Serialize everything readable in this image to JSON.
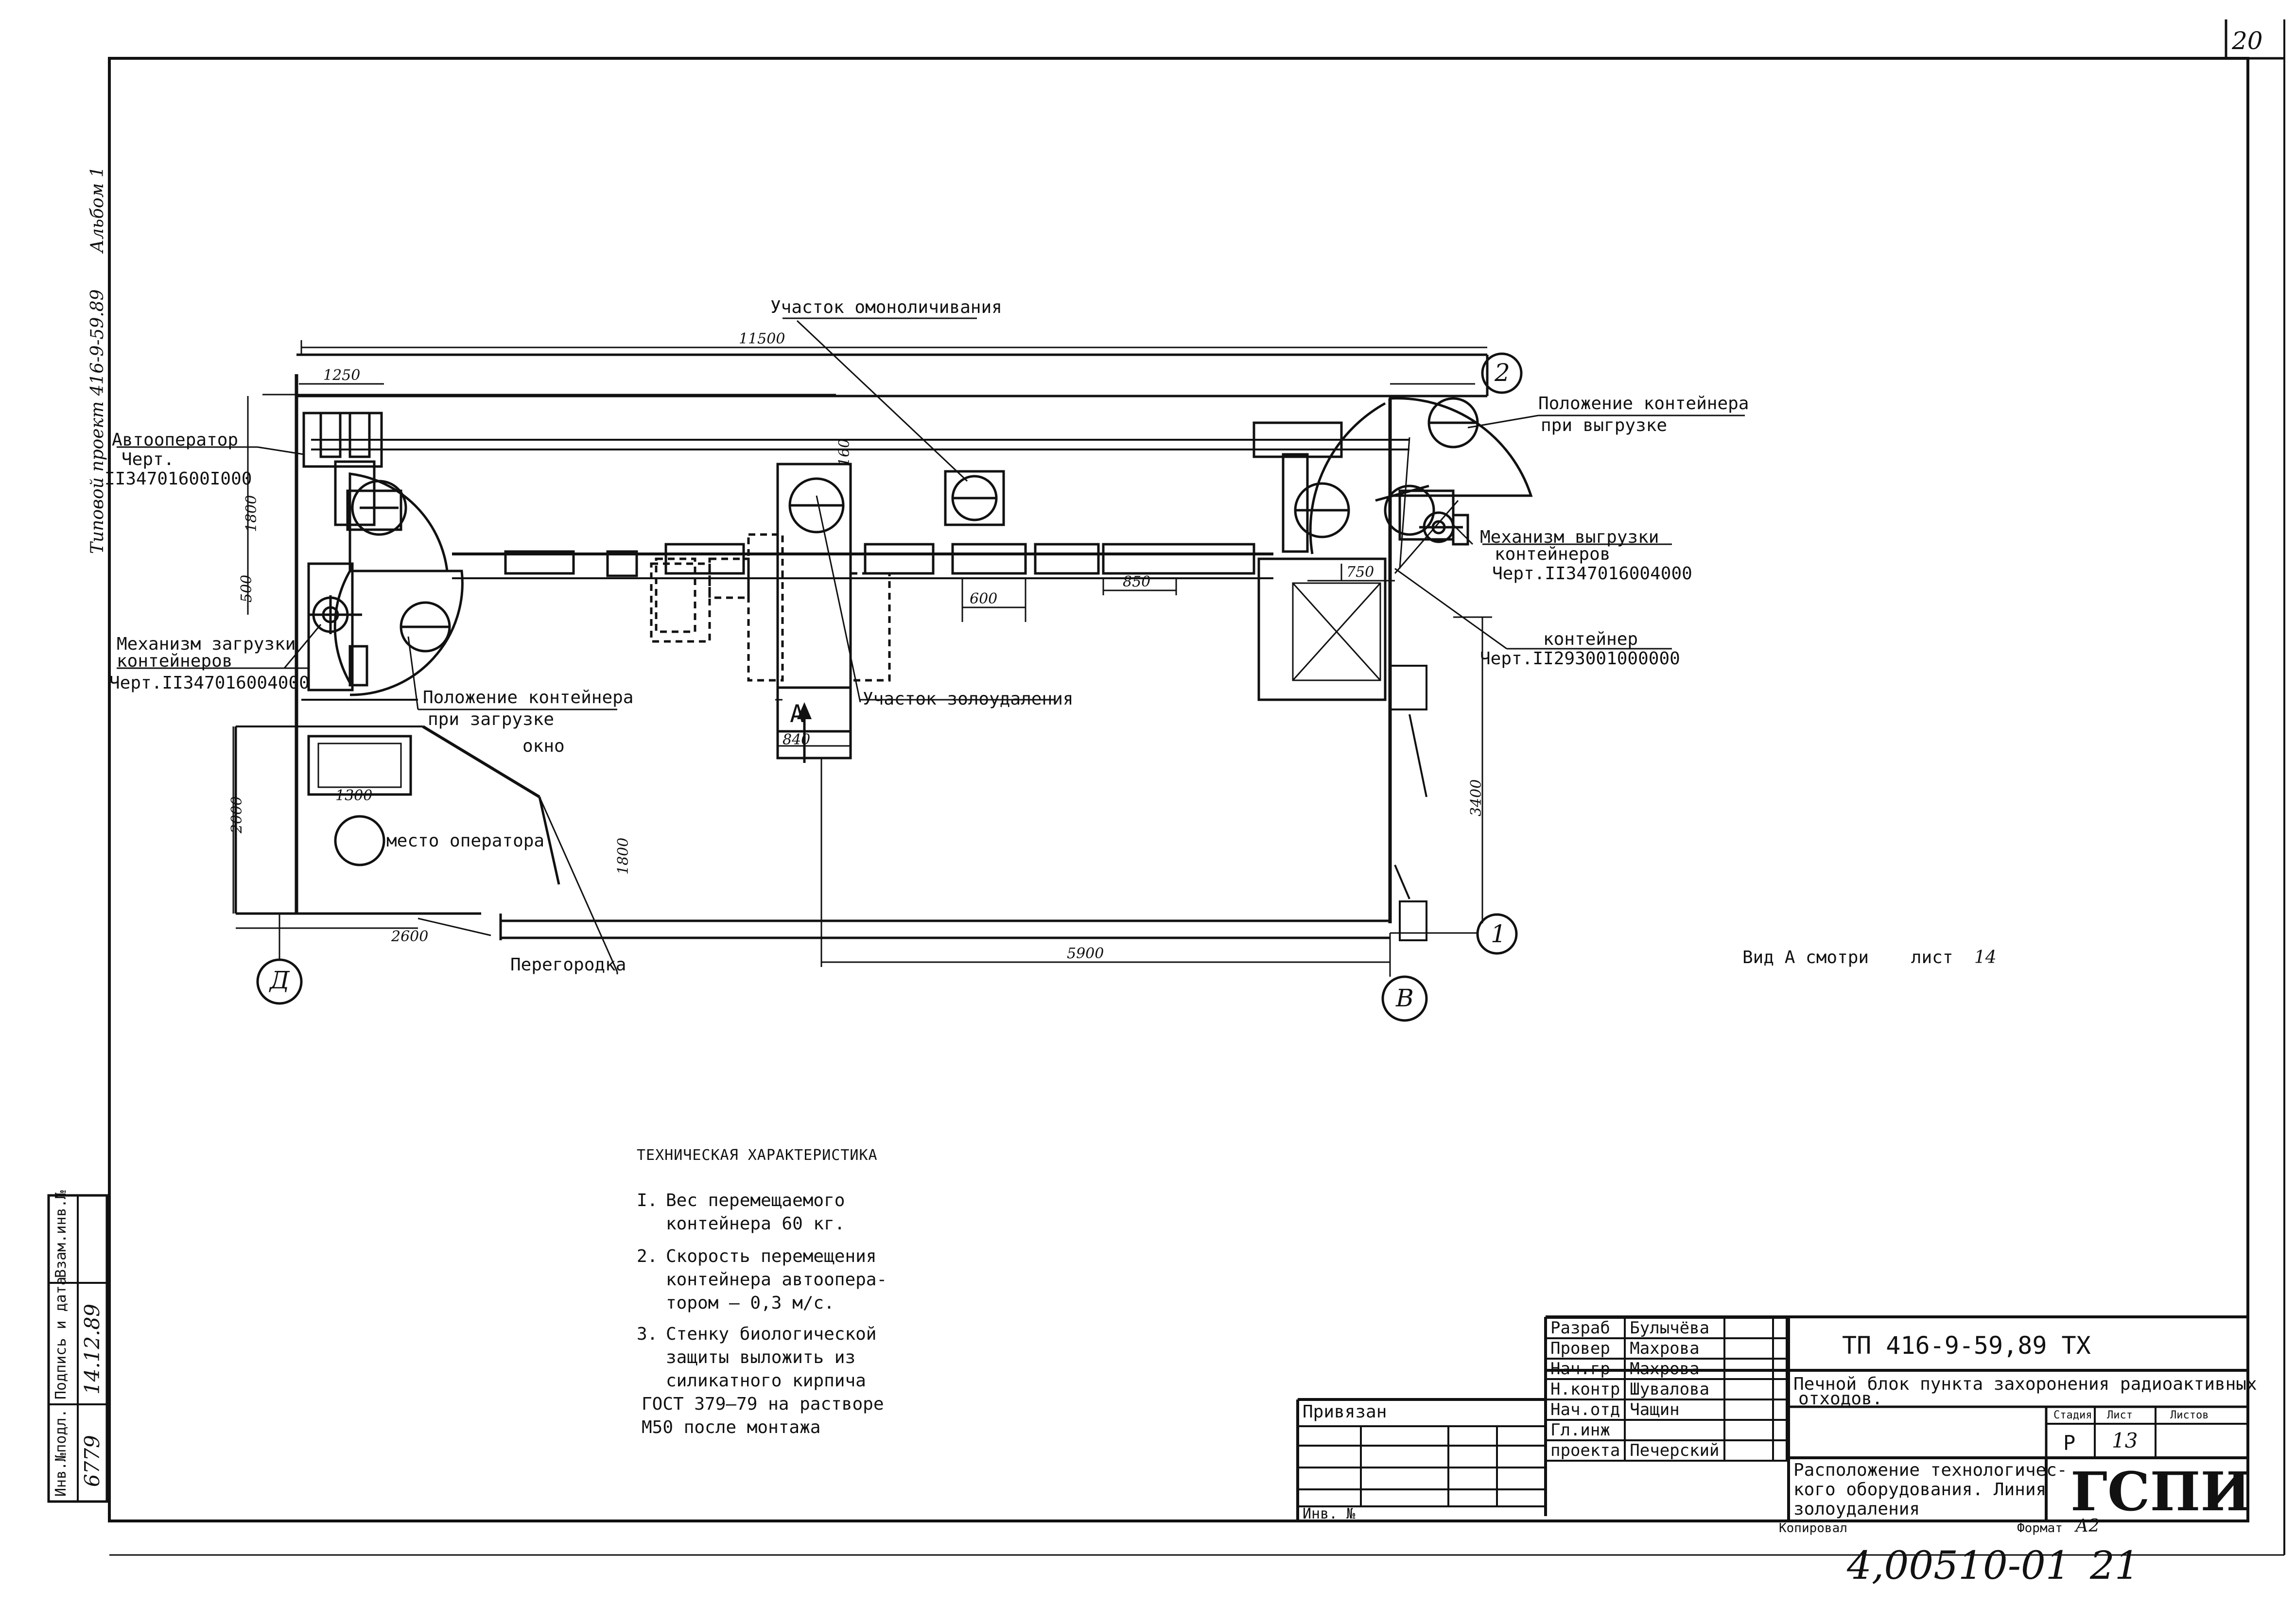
{
  "sheet": {
    "sheet_number": "20",
    "album": "Альбом 1",
    "project_side": "Типовой проект 416-9-59.89",
    "bottom_handwritten": "4,00510-01",
    "bottom_page": "21"
  },
  "plan": {
    "labels": {
      "auto_operator": "Автооператор",
      "auto_operator_drawing_1": "Черт.",
      "auto_operator_drawing_2": "II34701600I000",
      "loading_mech_1": "Механизм загрузки",
      "loading_mech_2": "контейнеров",
      "loading_mech_3": "Черт.II347016004000",
      "loading_position_1": "Положение контейнера",
      "loading_position_2": "при загрузке",
      "window": "окно",
      "operator_place": "место оператора",
      "partition": "Перегородка",
      "concreting_area": "Участок омоноличивания",
      "ash_area": "Участок золоудаления",
      "unload_position_1": "Положение контейнера",
      "unload_position_2": "при выгрузке",
      "unload_mech_1": "Механизм выгрузки",
      "unload_mech_2": "контейнеров",
      "unload_mech_3": "Черт.II347016004000",
      "container_1": "контейнер",
      "container_2": "Черт.II293001000000",
      "view_a": "Вид А смотри",
      "view_a_sheet_label": "лист",
      "view_a_sheet": "14",
      "view_marker": "А"
    },
    "dimensions": {
      "d11500": "11500",
      "d1250": "1250",
      "d1800a": "1800",
      "d500": "500",
      "d2000": "2000",
      "d1300": "1300",
      "d1800b": "1800",
      "d2600": "2600",
      "d5900": "5900",
      "d3400": "3400",
      "d840": "840",
      "d600": "600",
      "d850": "850",
      "d750": "750",
      "d160": "160"
    },
    "axes": {
      "a1": "1",
      "a2": "2",
      "aD": "Д",
      "aV": "В"
    }
  },
  "spec": {
    "title": "ТЕХНИЧЕСКАЯ ХАРАКТЕРИСТИКА",
    "items": [
      {
        "num": "I.",
        "lines": [
          "Вес перемещаемого",
          "контейнера 60 кг."
        ]
      },
      {
        "num": "2.",
        "lines": [
          "Скорость перемещения",
          "контейнера автоопера-",
          "тором – 0,3 м/с."
        ]
      },
      {
        "num": "3.",
        "lines": [
          "Стенку биологической",
          "защиты выложить из",
          "силикатного кирпича",
          "ГОСТ 379–79 на растворе",
          "М50   после монтажа"
        ]
      }
    ]
  },
  "stamp": {
    "inv_label": "Инв.№подл.",
    "inv_value": "6779",
    "sign_label": "Подпись и дата",
    "sign_value": "14.12.89",
    "exchange_label": "Взам.инв.№"
  },
  "title_block": {
    "linked": "Привязан",
    "inv_no": "Инв. №",
    "roles": [
      {
        "role": "Разраб",
        "name": "Булычёва"
      },
      {
        "role": "Провер",
        "name": "Махрова"
      },
      {
        "role": "Нач.гр",
        "name": "Махрова"
      },
      {
        "role": "Н.контр",
        "name": "Шувалова"
      },
      {
        "role": "Нач.отд",
        "name": "Чащин"
      },
      {
        "role": "Гл.инж",
        "name": ""
      },
      {
        "role": "проекта",
        "name": "Печерский"
      }
    ],
    "code": "ТП    416-9-59,89 ТХ",
    "object_1": "Печной блок пункта захоронения радиоактивных",
    "object_2": "отходов.",
    "stage_label": "Стадия",
    "sheet_label": "Лист",
    "sheets_label": "Листов",
    "stage": "Р",
    "sheet": "13",
    "title_1": "Расположение технологичес-",
    "title_2": "кого оборудования. Линия",
    "title_3": "золоудаления",
    "org": "ГСПИ",
    "copied": "Копировал",
    "format_label": "Формат",
    "format_value": "А2"
  }
}
